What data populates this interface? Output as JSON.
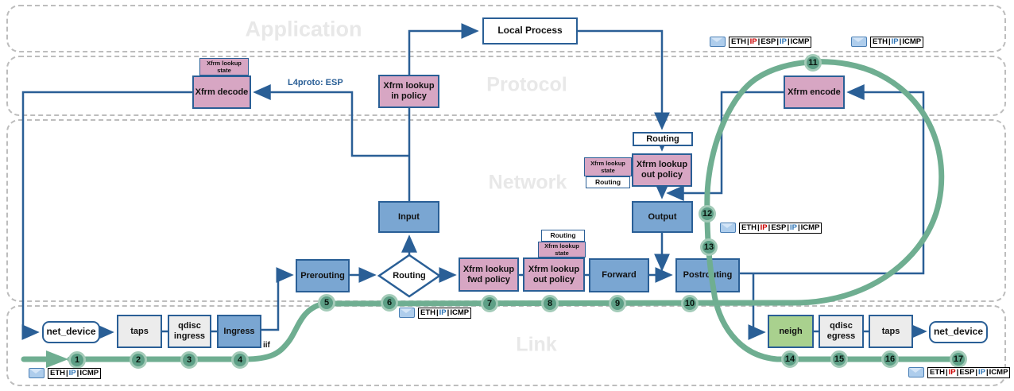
{
  "layers": {
    "application": "Application",
    "protocol": "Protocol",
    "network": "Network",
    "link": "Link"
  },
  "nodes": {
    "xfrm_lookup_state": "Xfrm lookup state",
    "xfrm_decode": "Xfrm decode",
    "xfrm_lookup_in_policy": "Xfrm lookup in policy",
    "local_process": "Local Process",
    "routing": "Routing",
    "xfrm_lookup_out_policy": "Xfrm lookup out policy",
    "xfrm_lookup_fwd_policy": "Xfrm lookup fwd policy",
    "input": "Input",
    "output": "Output",
    "prerouting": "Prerouting",
    "forward": "Forward",
    "postrouting": "Postrouting",
    "xfrm_encode": "Xfrm encode",
    "net_device": "net_device",
    "taps": "taps",
    "qdisc_ingress": "qdisc ingress",
    "qdisc_egress": "qdisc egress",
    "ingress": "Ingress",
    "neigh": "neigh"
  },
  "annotations": {
    "l4proto": "L4proto: ESP",
    "iif": "iif"
  },
  "steps": [
    "1",
    "2",
    "3",
    "4",
    "5",
    "6",
    "7",
    "8",
    "9",
    "10",
    "11",
    "12",
    "13",
    "14",
    "15",
    "16",
    "17"
  ],
  "packets": [
    {
      "position": "top-right-encapsulated",
      "segments": [
        {
          "text": "ETH",
          "color": "#000000"
        },
        {
          "text": "IP",
          "color": "#cc0000"
        },
        {
          "text": "ESP",
          "color": "#000000"
        },
        {
          "text": "IP",
          "color": "#2e74b5"
        },
        {
          "text": "ICMP",
          "color": "#000000"
        }
      ]
    },
    {
      "position": "top-right-plain",
      "segments": [
        {
          "text": "ETH",
          "color": "#000000"
        },
        {
          "text": "IP",
          "color": "#2e74b5"
        },
        {
          "text": "ICMP",
          "color": "#000000"
        }
      ]
    },
    {
      "position": "middle-right-encapsulated",
      "segments": [
        {
          "text": "ETH",
          "color": "#000000"
        },
        {
          "text": "IP",
          "color": "#cc0000"
        },
        {
          "text": "ESP",
          "color": "#000000"
        },
        {
          "text": "IP",
          "color": "#2e74b5"
        },
        {
          "text": "ICMP",
          "color": "#000000"
        }
      ]
    },
    {
      "position": "bottom-middle-plain",
      "segments": [
        {
          "text": "ETH",
          "color": "#000000"
        },
        {
          "text": "IP",
          "color": "#2e74b5"
        },
        {
          "text": "ICMP",
          "color": "#000000"
        }
      ]
    },
    {
      "position": "bottom-left-plain",
      "segments": [
        {
          "text": "ETH",
          "color": "#000000"
        },
        {
          "text": "IP",
          "color": "#2e74b5"
        },
        {
          "text": "ICMP",
          "color": "#000000"
        }
      ]
    },
    {
      "position": "bottom-right-encapsulated",
      "segments": [
        {
          "text": "ETH",
          "color": "#000000"
        },
        {
          "text": "IP",
          "color": "#cc0000"
        },
        {
          "text": "ESP",
          "color": "#000000"
        },
        {
          "text": "IP",
          "color": "#2e74b5"
        },
        {
          "text": "ICMP",
          "color": "#000000"
        }
      ]
    }
  ],
  "colors": {
    "line_blue": "#2a5f96",
    "path_green": "#6fae91",
    "box_pink": "#d7a6c3",
    "box_blue": "#7aa6d2",
    "box_gray": "#ececec",
    "box_green": "#a9d18e",
    "ip_red": "#cc0000",
    "ip_blue": "#2e74b5"
  }
}
